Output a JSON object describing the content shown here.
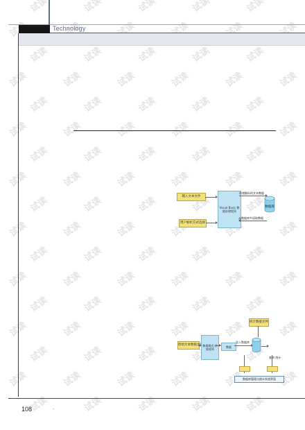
{
  "header": {
    "section_label": "Technology"
  },
  "footer": {
    "page_number": "108",
    "dot": "-"
  },
  "watermark": {
    "text": "试读"
  },
  "figure1": {
    "input_top": "输入文本文件",
    "input_bottom": "用户解析方式选择",
    "process": "Visual Basic 数据处理程序",
    "label_top": "存储解析的文本数据",
    "label_bottom": "从数据库中读取数据",
    "database": "数据库"
  },
  "figure2": {
    "top_flag": "统计数据文件",
    "input_left": "原始文本数据文件",
    "process": "数据格式 转换程序",
    "middle": "数据",
    "label_right": "导入数据库",
    "label_side": "查询 统计",
    "bottom_box": "数据库管理与统计系统界面"
  },
  "colors": {
    "accent": "#5a6b93",
    "note_yellow": "#f3e27a",
    "process_blue": "#bfe3f2",
    "database_blue": "#8fd0ea"
  }
}
